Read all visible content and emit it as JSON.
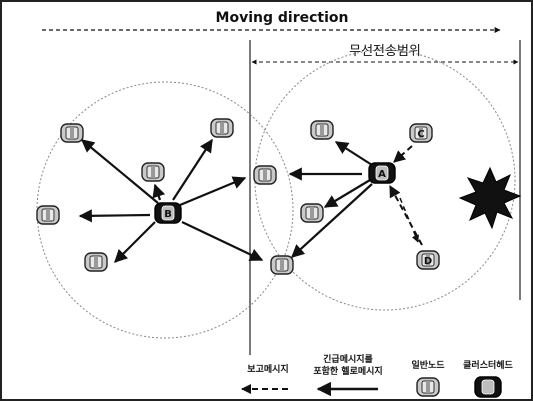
{
  "title": "Moving direction",
  "range_label": "무선전송범위",
  "node_letters": {
    "A": "A",
    "B": "B",
    "C": "C",
    "D": "D"
  },
  "legend": {
    "report_message": "보고메시지",
    "emergency_message_line1": "긴급메시지를",
    "emergency_message_line2": "포함한 헬로메시지",
    "normal_node": "일반노드",
    "cluster_head": "클러스터헤드"
  },
  "colors": {
    "border": "#222222",
    "node_normal_fill": "#c9c9c9",
    "node_head_fill": "#111111",
    "circle": "#888888",
    "hazard": "#111111"
  }
}
